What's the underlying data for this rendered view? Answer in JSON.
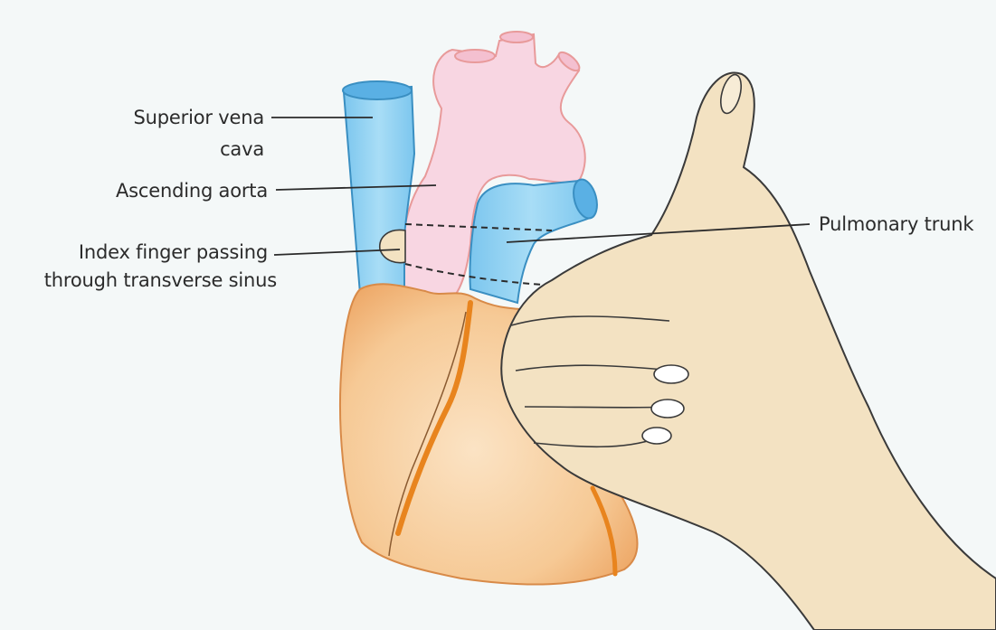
{
  "labels": {
    "svc_line1": "Superior vena",
    "svc_line2": "cava",
    "ascending_aorta": "Ascending aorta",
    "index_line1": "Index finger passing",
    "index_line2": "through transverse sinus",
    "pulmonary_trunk": "Pulmonary trunk"
  },
  "colors": {
    "vein": "#8ed0f0",
    "aorta": "#f8d4e0",
    "heart": "#f6c08a",
    "coronary": "#e8841e",
    "hand": "#f3e2c2",
    "outline": "#2b2b2b"
  }
}
